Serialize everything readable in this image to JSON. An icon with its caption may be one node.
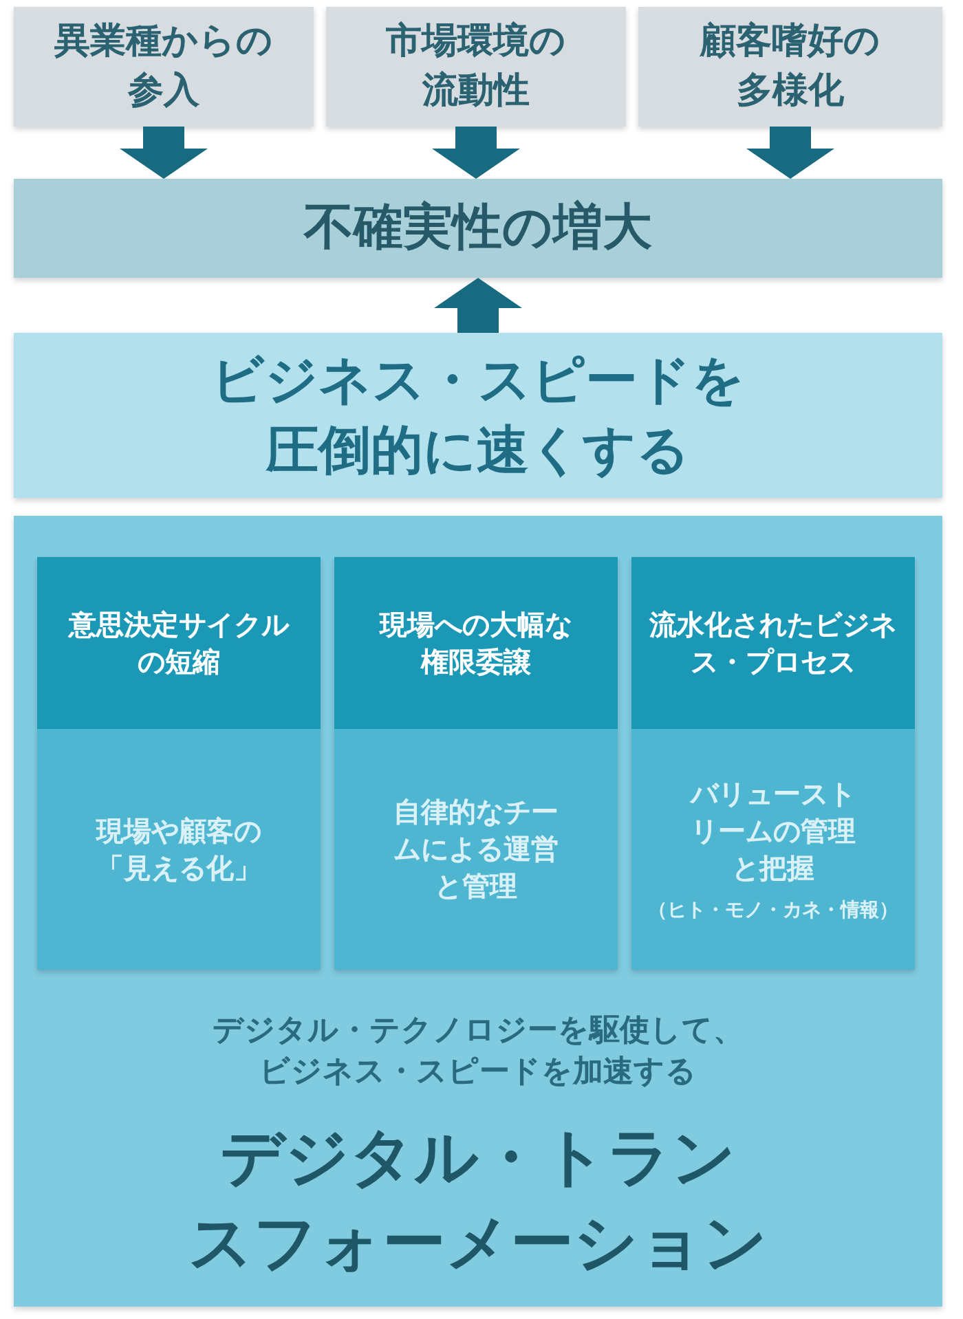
{
  "diagram": {
    "nodes": [
      {
        "text": [
          "異業種からの参入"
        ]
      },
      {
        "text": [
          "市場環境の流動性"
        ]
      },
      {
        "text": [
          "顧客嗜好の多様化"
        ]
      },
      {
        "text": [
          "不確実性の増大"
        ]
      },
      {
        "text": [
          "ビジネス・スピードを圧倒的に速くする"
        ]
      },
      {
        "text": [
          "デジタル・テクノロジーを駆使して、ビジネス・スピードを加速する",
          "デジタル・トランスフォーメーション"
        ]
      },
      {
        "text": [
          "意思決定サイクルの短縮"
        ],
        "in": 5
      },
      {
        "text": [
          "現場への大幅な権限委譲"
        ],
        "in": 5
      },
      {
        "text": [
          "流水化されたビジネス・プロセス"
        ],
        "in": 5
      },
      {
        "text": [
          "現場や顧客の「見える化」"
        ],
        "in": 5
      },
      {
        "text": [
          "自律的なチームによる運営と管理"
        ],
        "in": 5
      },
      {
        "text": [
          "バリューストリームの管理と把握",
          "（ヒト・モノ・カネ・情報）"
        ],
        "in": 5
      }
    ],
    "edges": [
      {
        "from": 0,
        "to": 3,
        "arrow": "to"
      },
      {
        "from": 1,
        "to": 3,
        "arrow": "to"
      },
      {
        "from": 2,
        "to": 3,
        "arrow": "to"
      },
      {
        "from": 4,
        "to": 3,
        "arrow": "to"
      }
    ]
  }
}
